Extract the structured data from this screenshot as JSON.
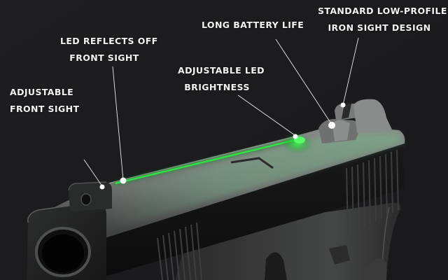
{
  "image": {
    "description": "Pistol slide with green LED front sight and callout labels",
    "background_color": "#1c1c1f",
    "accent_color": "#27e83a"
  },
  "callouts": [
    {
      "id": "adjustable-front-sight",
      "lines": [
        "ADJUSTABLE",
        "FRONT SIGHT"
      ]
    },
    {
      "id": "led-reflects",
      "lines": [
        "LED REFLECTS OFF",
        "FRONT SIGHT"
      ]
    },
    {
      "id": "adjustable-led-brightness",
      "lines": [
        "ADJUSTABLE LED",
        "BRIGHTNESS"
      ]
    },
    {
      "id": "long-battery-life",
      "lines": [
        "LONG BATTERY LIFE"
      ]
    },
    {
      "id": "standard-low-profile",
      "lines": [
        "STANDARD LOW-PROFILE",
        "IRON SIGHT DESIGN"
      ]
    }
  ]
}
